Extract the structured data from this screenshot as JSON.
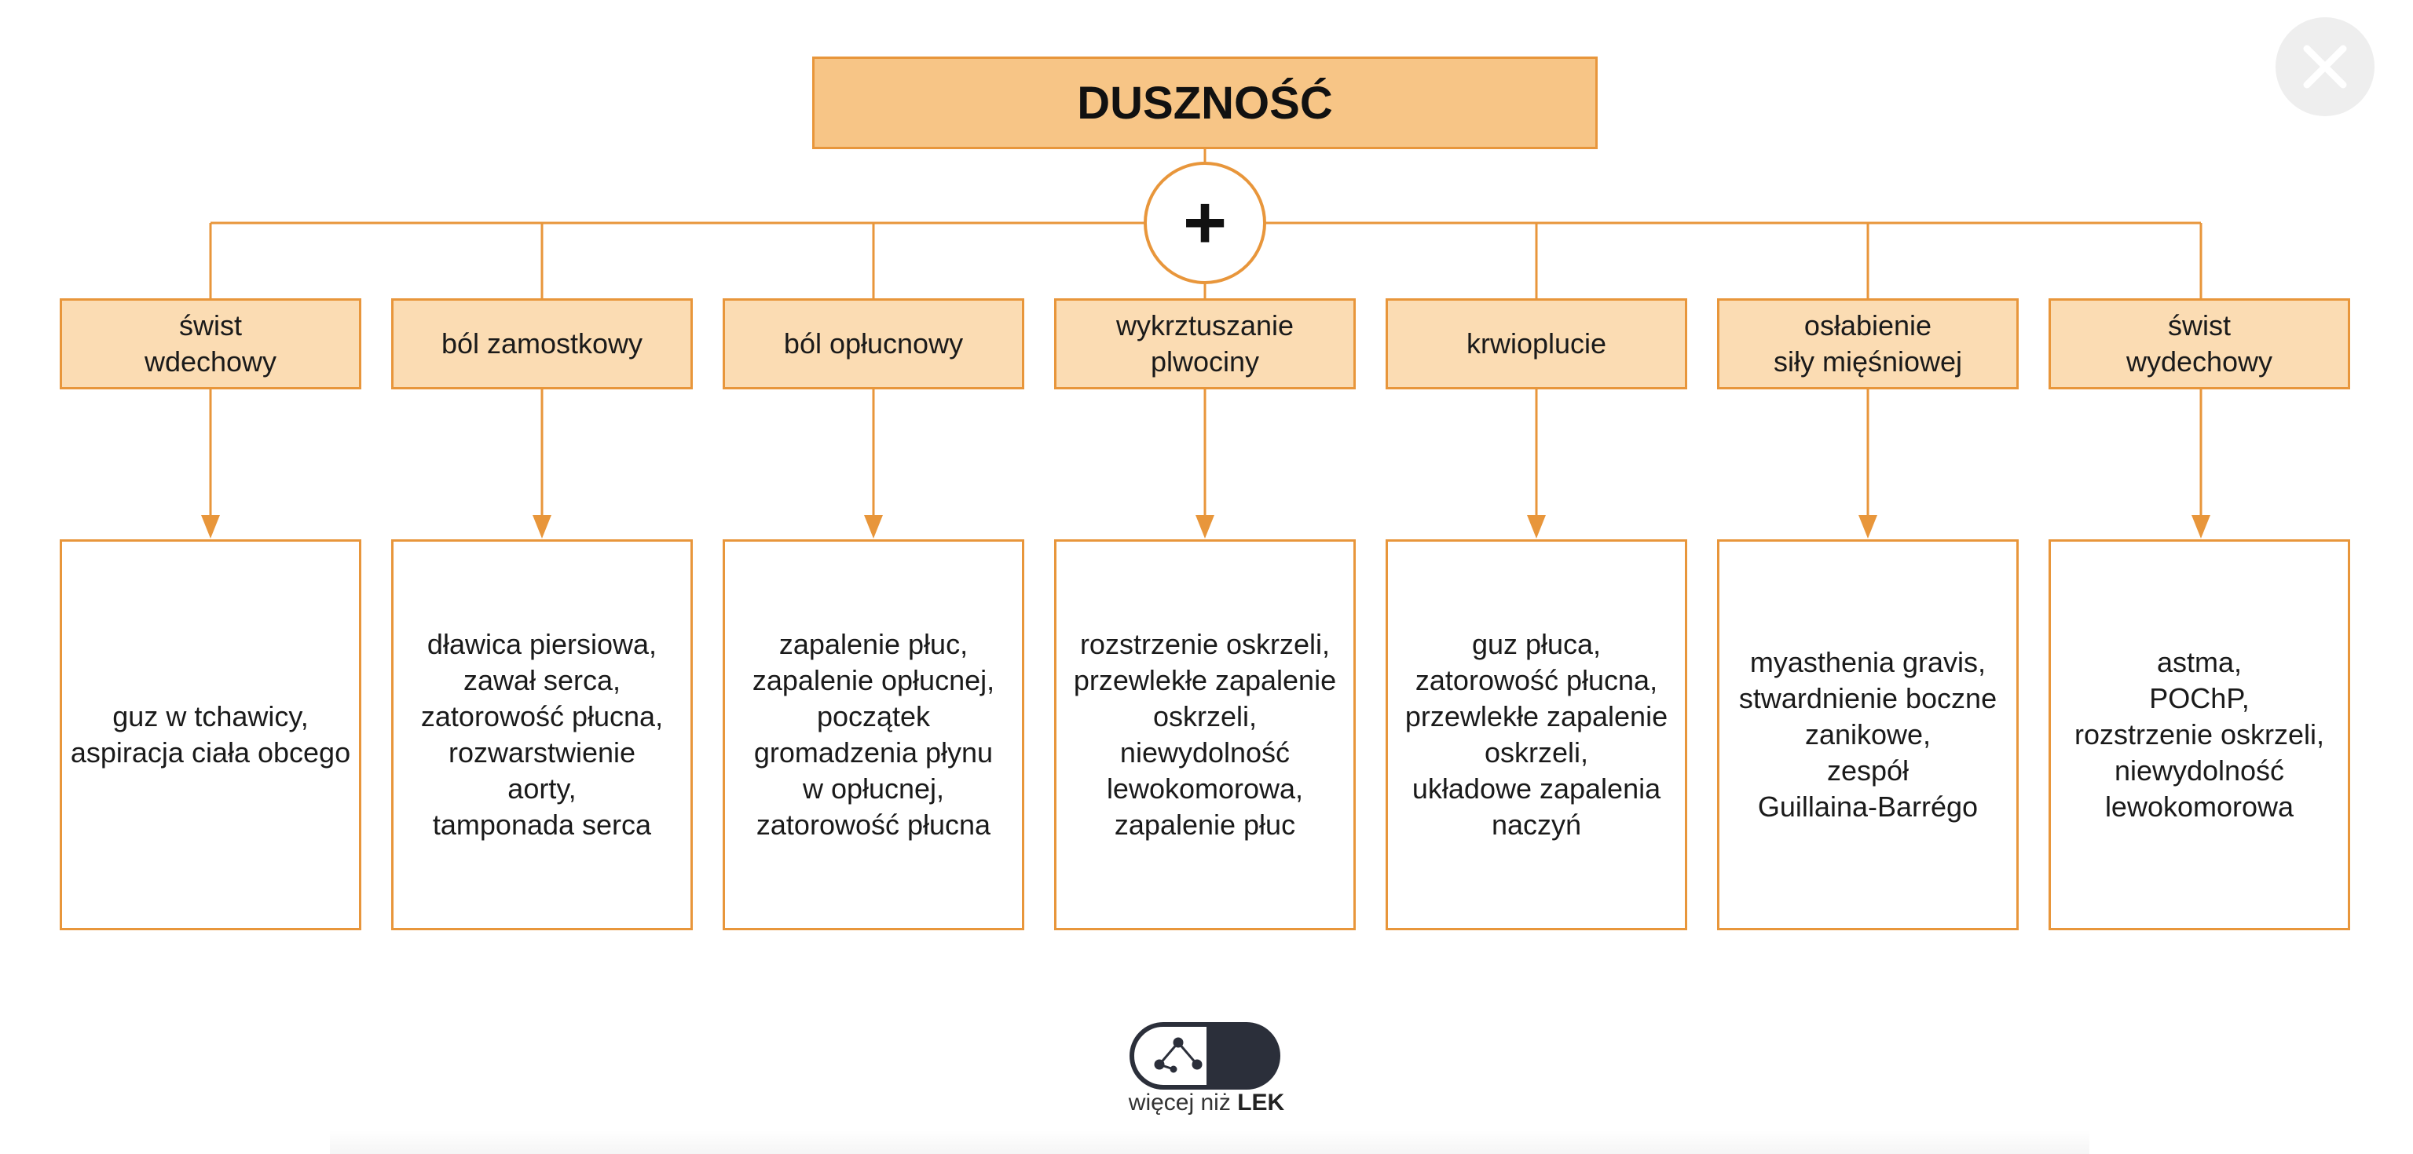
{
  "title": "DUSZNOŚĆ",
  "plus_symbol": "+",
  "symptoms": [
    "świst\nwdechowy",
    "ból zamostkowy",
    "ból opłucnowy",
    "wykrztuszanie\nplwociny",
    "krwioplucie",
    "osłabienie\nsiły mięśniowej",
    "świst\nwydechowy"
  ],
  "causes": [
    "guz w tchawicy,\naspiracja ciała obcego",
    "dławica piersiowa,\nzawał serca,\nzatorowość płucna,\nrozwarstwienie\naorty,\ntamponada serca",
    "zapalenie płuc,\nzapalenie opłucnej,\npoczątek\ngromadzenia płynu\nw opłucnej,\nzatorowość płucna",
    "rozstrzenie oskrzeli,\nprzewlekłe zapalenie\noskrzeli,\nniewydolność\nlewokomorowa,\nzapalenie płuc",
    "guz płuca,\nzatorowość płucna,\nprzewlekłe zapalenie\noskrzeli,\nukładowe zapalenia\nnaczyń",
    "myasthenia gravis,\nstwardnienie boczne\nzanikowe,\nzespół\nGuillaina-Barrégo",
    "astma,\nPOChP,\nrozstrzenie oskrzeli,\nniewydolność\nlewokomorowa"
  ],
  "logo": {
    "text_prefix": "więcej niż",
    "text_bold": "LEK"
  },
  "colors": {
    "accent": "#e8963b",
    "title_fill": "#f7c586",
    "symptom_fill": "#fbdcb3"
  },
  "close_icon": "close-icon"
}
